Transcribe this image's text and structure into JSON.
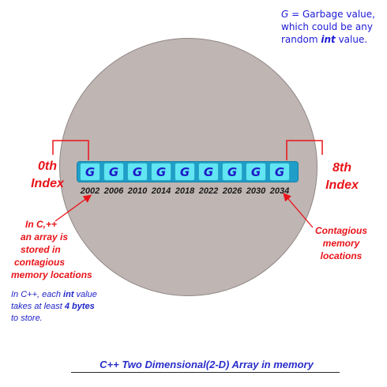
{
  "note": {
    "symbol": "G",
    "line1_rest": " = Garbage value,",
    "line2": "which could be any",
    "line3_pre": "random ",
    "keyword": "int",
    "line3_post": " value."
  },
  "array": {
    "cells": [
      "G",
      "G",
      "G",
      "G",
      "G",
      "G",
      "G",
      "G",
      "G"
    ],
    "addresses": [
      "2002",
      "2006",
      "2010",
      "2014",
      "2018",
      "2022",
      "2026",
      "2030",
      "2034"
    ]
  },
  "labels": {
    "first_index_line1": "0th",
    "first_index_line2": "Index",
    "last_index_line1": "8th",
    "last_index_line2": "Index",
    "left_note": [
      "In C,++",
      "an array is",
      "stored in",
      "contagious",
      "memory locations"
    ],
    "right_note": [
      "Contagious",
      "memory",
      "locations"
    ]
  },
  "blue_note": {
    "line1_pre": "In C++, each ",
    "keyword": "int",
    "line1_post": " value",
    "line2_pre": "takes at least ",
    "line2_bold": "4 bytes",
    "line3": "to store."
  },
  "caption": "C++ Two Dimensional(2-D) Array in memory",
  "colors": {
    "circle": "#bfb5b2",
    "strip": "#1e9ec8",
    "cell": "#62e5f3",
    "red": "#e8141a",
    "blue": "#1c1ad6"
  }
}
